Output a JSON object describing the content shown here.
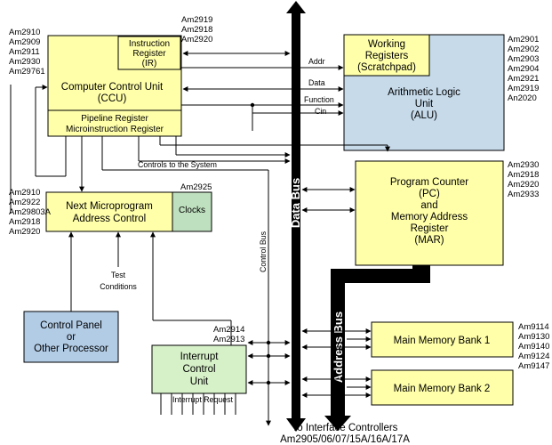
{
  "ccu": {
    "title": "Computer Control Unit",
    "title_abbr": "(CCU)",
    "ir_line1": "Instruction",
    "ir_line2": "Register",
    "ir_line3": "(IR)",
    "pipeline_line1": "Pipeline Register",
    "pipeline_line2": "Microinstruction Register",
    "parts_left": [
      "Am2910",
      "Am2909",
      "Am2911",
      "Am2930",
      "Am29761"
    ],
    "parts_top": [
      "Am2919",
      "Am2918",
      "Am2920"
    ]
  },
  "alu": {
    "wr_line1": "Working",
    "wr_line2": "Registers",
    "wr_line3": "(Scratchpad)",
    "line1": "Arithmetic Logic",
    "line2": "Unit",
    "line3": "(ALU)",
    "parts": [
      "Am2901",
      "Am2902",
      "Am2903",
      "Am2904",
      "Am2921",
      "Am2919",
      "An2020"
    ]
  },
  "nmac": {
    "line1": "Next Microprogram",
    "line2": "Address Control",
    "clocks": "Clocks",
    "clock_part": "Am2925",
    "parts": [
      "Am2910",
      "Am2922",
      "Am29803A",
      "Am2918",
      "Am2920"
    ]
  },
  "pc": {
    "line1": "Program Counter",
    "line2": "(PC)",
    "line3": "and",
    "line4": "Memory Address",
    "line5": "Register",
    "line6": "(MAR)",
    "parts": [
      "Am2930",
      "Am2918",
      "Am2920",
      "Am2933"
    ]
  },
  "control_panel": {
    "line1": "Control Panel",
    "line2": "or",
    "line3": "Other Processor"
  },
  "interrupt": {
    "line1": "Interrupt",
    "line2": "Control",
    "line3": "Unit",
    "parts": [
      "Am2914",
      "Am2913"
    ],
    "request_label": "Interrupt Request"
  },
  "memory": {
    "bank1": "Main Memory Bank 1",
    "bank2": "Main Memory Bank 2",
    "parts": [
      "Am9114",
      "Am9130",
      "Am9140",
      "Am9124",
      "Am9147"
    ]
  },
  "signals": {
    "addr": "Addr",
    "data": "Data",
    "function": "Function",
    "cin": "Cin",
    "controls": "Controls to the System",
    "control_bus": "Control Bus",
    "test_line1": "Test",
    "test_line2": "Conditions"
  },
  "buses": {
    "data_bus": "Data Bus",
    "address_bus": "Address Bus"
  },
  "footer": {
    "line1": "To Interface Controllers",
    "line2": "Am2905/06/07/15A/16A/17A"
  },
  "colors": {
    "yellow": "#FFFFAA",
    "blue": "#C6DAEA",
    "green": "#D6F0C8",
    "clocks_green": "#BFE0BF",
    "panel_blue": "#B2CCE6",
    "bus": "#000000"
  }
}
